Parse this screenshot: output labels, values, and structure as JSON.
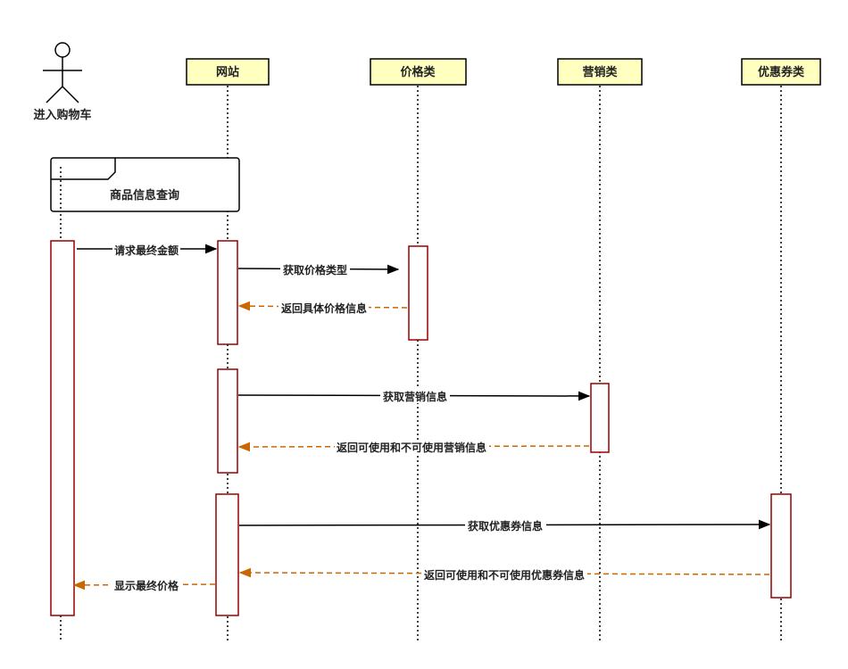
{
  "actor": {
    "label": "进入购物车"
  },
  "participants": [
    {
      "id": "website",
      "label": "网站"
    },
    {
      "id": "price",
      "label": "价格类"
    },
    {
      "id": "marketing",
      "label": "营销类"
    },
    {
      "id": "coupon",
      "label": "优惠券类"
    }
  ],
  "frame": {
    "label": "商品信息查询"
  },
  "messages": [
    {
      "id": "m1",
      "label": "请求最终金额",
      "kind": "call"
    },
    {
      "id": "m2",
      "label": "获取价格类型",
      "kind": "call"
    },
    {
      "id": "m3",
      "label": "返回具体价格信息",
      "kind": "return"
    },
    {
      "id": "m4",
      "label": "获取营销信息",
      "kind": "call"
    },
    {
      "id": "m5",
      "label": "返回可使用和不可使用营销信息",
      "kind": "return"
    },
    {
      "id": "m6",
      "label": "获取优惠券信息",
      "kind": "call"
    },
    {
      "id": "m7",
      "label": "返回可使用和不可使用优惠券信息",
      "kind": "return"
    },
    {
      "id": "m8",
      "label": "显示最终价格",
      "kind": "return"
    }
  ],
  "colors": {
    "participant_fill": "#ffffc0",
    "activation_stroke": "#990000",
    "return_arrow": "#cc6600",
    "call_arrow": "#000000"
  }
}
